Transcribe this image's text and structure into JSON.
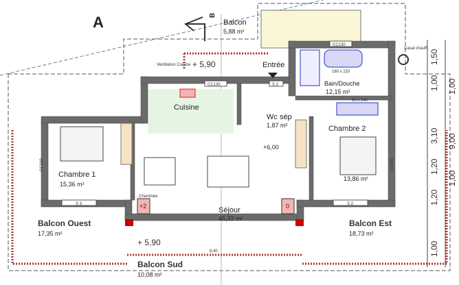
{
  "section_marks": {
    "a": "A",
    "b": "B"
  },
  "rooms": {
    "balcon_nord": {
      "name": "Balcon",
      "area": "5,88 m²"
    },
    "entree": {
      "name": "Entrée"
    },
    "bain": {
      "name": "Bain/Douche",
      "area": "12,15 m²",
      "tub": "160 x 220",
      "vanity": "60 x 240"
    },
    "cuisine": {
      "name": "Cuisine"
    },
    "wc": {
      "name": "Wc sép",
      "area": "1,87 m²"
    },
    "chambre1": {
      "name": "Chambre 1",
      "area": "15,36 m²"
    },
    "chambre2": {
      "name": "Chambre 2",
      "area": "13,86 m²"
    },
    "sejour": {
      "name": "Séjour",
      "area": "45,32 m²"
    },
    "balcon_ouest": {
      "name": "Balcon Ouest",
      "area": "17,35 m²"
    },
    "balcon_est": {
      "name": "Balcon Est",
      "area": "18,73 m²"
    },
    "balcon_sud": {
      "name": "Balcon Sud",
      "area": "10,08 m²"
    }
  },
  "annotations": {
    "casal": "Casal chauff",
    "ventilation": "Ventilation Cuisine",
    "level_entree": "+ 5,90",
    "level_sejour": "+6,00",
    "level_sud": "+ 5,90",
    "cheminee": "Cheminée",
    "stove_left": "+2",
    "stove_right": "0",
    "width_sud": "8,40"
  },
  "tags": {
    "cc130": "CC130",
    "cc100": "CC100",
    "s2": "S 2",
    "s3": "S 3"
  },
  "dimensions": {
    "outer": [
      "1,50",
      "1,00",
      "3,10",
      "1,20",
      "1,20",
      "1,00"
    ],
    "inner": [
      "1,00",
      "9,00",
      "1,00"
    ]
  }
}
